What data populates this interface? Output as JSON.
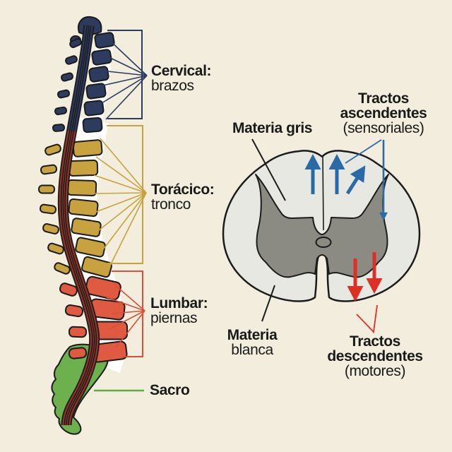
{
  "palette": {
    "background": "#f2eddd",
    "outline": "#1b1b1b",
    "text": "#191919",
    "cervical": "#2d3b5e",
    "toracico": "#c7a23e",
    "lumbar": "#e05a41",
    "sacro": "#6db14e",
    "cord_maroon": "#8f3426",
    "gray_matter": "#8b8b83",
    "white_matter": "#e8e8e3",
    "ascending_blue": "#2a6aa6",
    "descending_red": "#dd2f23",
    "bracket_red": "#d94f38",
    "sacro_green": "#5fae43"
  },
  "spine": {
    "segments": [
      {
        "name": "cervical",
        "label": "Cervical:",
        "sublabel": "brazos"
      },
      {
        "name": "toracico",
        "label": "Torácico:",
        "sublabel": "tronco"
      },
      {
        "name": "lumbar",
        "label": "Lumbar:",
        "sublabel": "piernas"
      },
      {
        "name": "sacro",
        "label": "Sacro",
        "sublabel": ""
      }
    ]
  },
  "cross_section": {
    "gray_matter_label": "Materia gris",
    "white_matter_label": {
      "line1": "Materia",
      "line2": "blanca"
    },
    "ascending_label": {
      "line1": "Tractos",
      "line2": "ascendentes",
      "line3": "(sensoriales)"
    },
    "descending_label": {
      "line1": "Tractos",
      "line2": "descendentes",
      "line3": "(motores)"
    }
  }
}
